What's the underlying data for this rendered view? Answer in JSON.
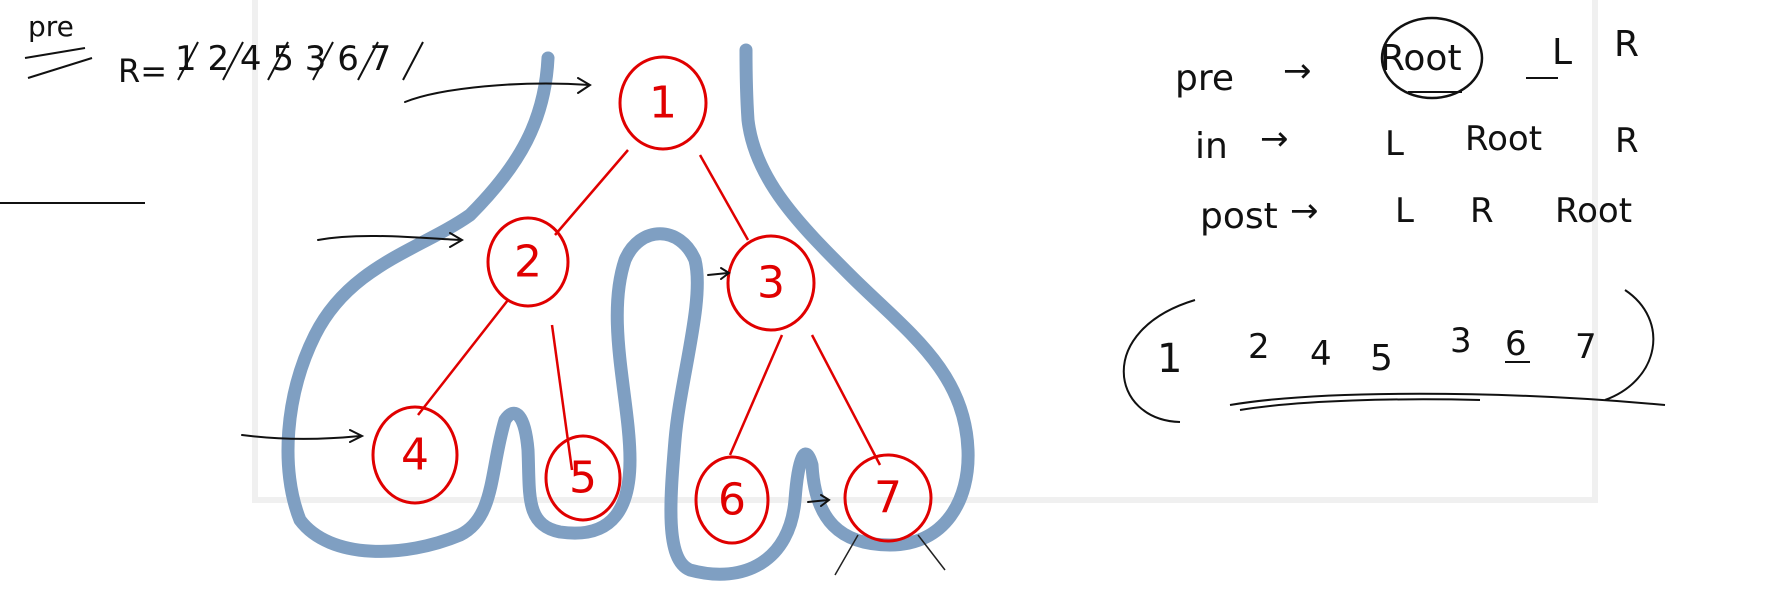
{
  "tree": {
    "nodes": [
      {
        "id": "1",
        "label": "1"
      },
      {
        "id": "2",
        "label": "2"
      },
      {
        "id": "3",
        "label": "3"
      },
      {
        "id": "4",
        "label": "4"
      },
      {
        "id": "5",
        "label": "5"
      },
      {
        "id": "6",
        "label": "6"
      },
      {
        "id": "7",
        "label": "7"
      }
    ],
    "edges": [
      [
        "1",
        "2"
      ],
      [
        "1",
        "3"
      ],
      [
        "2",
        "4"
      ],
      [
        "2",
        "5"
      ],
      [
        "3",
        "6"
      ],
      [
        "3",
        "7"
      ]
    ],
    "node_color": "#e00000",
    "outline_color": "#7f9fc2"
  },
  "notes": {
    "pre_heading": "pre",
    "pre_line_prefix": "R=",
    "pre_line_items": "1 2 4 5 3 6 7",
    "rules": [
      {
        "name": "pre",
        "arrow": "→",
        "order": [
          "Root",
          "L",
          "R"
        ]
      },
      {
        "name": "in",
        "arrow": "→",
        "order": [
          "L",
          "Root",
          "R"
        ]
      },
      {
        "name": "post",
        "arrow": "→",
        "order": [
          "L",
          "R",
          "Root"
        ]
      }
    ],
    "result": [
      "1",
      "2",
      "4",
      "5",
      "3",
      "6",
      "7"
    ]
  }
}
